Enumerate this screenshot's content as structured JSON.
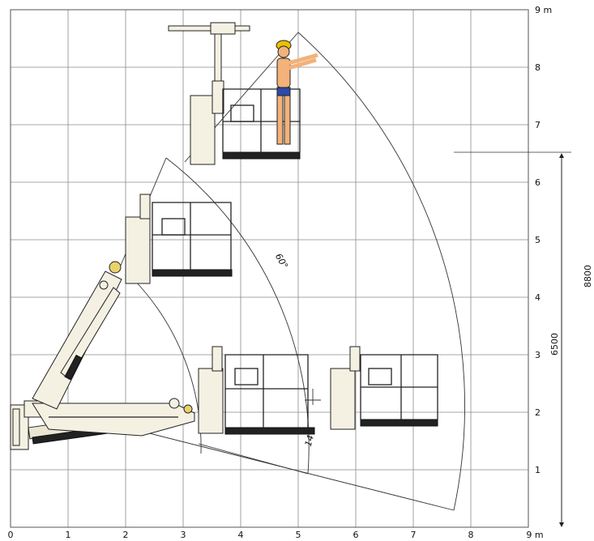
{
  "x_axis": {
    "ticks": [
      "0",
      "1",
      "2",
      "3",
      "4",
      "5",
      "6",
      "7",
      "8",
      "9 m"
    ]
  },
  "y_axis": {
    "ticks": [
      "1",
      "2",
      "3",
      "4",
      "5",
      "6",
      "7",
      "8",
      "9 m"
    ]
  },
  "dimensions": {
    "platform_height": "6500",
    "working_height": "8800"
  },
  "angles": {
    "upper": "60°",
    "lower": "14°"
  },
  "colors": {
    "line": "#222222",
    "grid": "#8a8a8a",
    "machine_fill": "#f4f1e3",
    "accent": "#e9d26a",
    "worker_skin": "#f2b27a",
    "worker_helmet": "#e8c200"
  }
}
